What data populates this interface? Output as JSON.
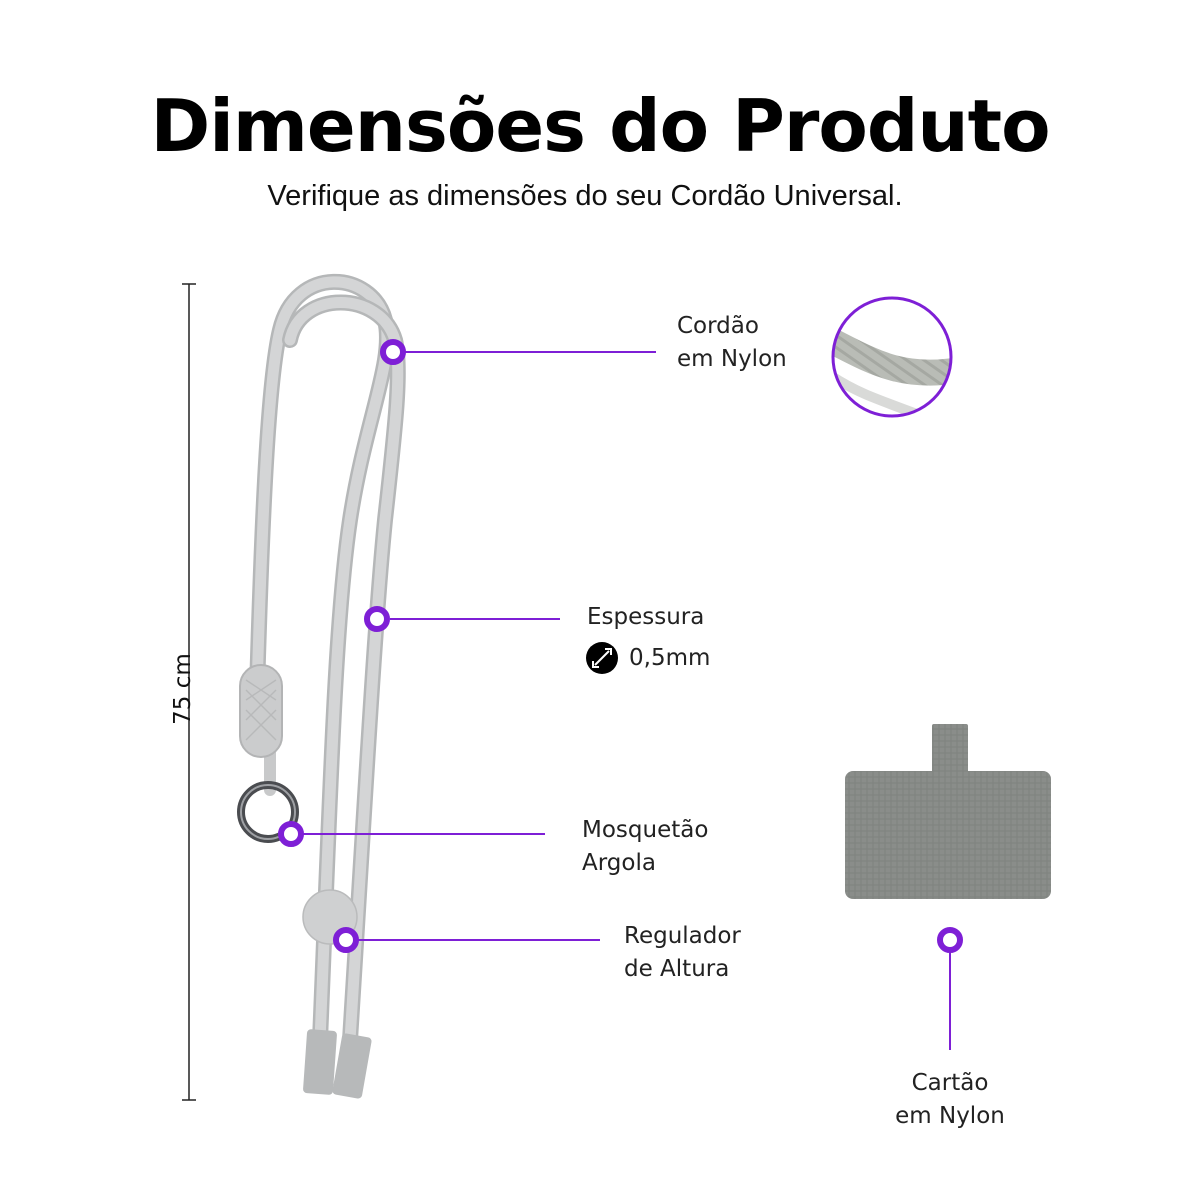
{
  "title": "Dimensões do Produto",
  "subtitle": "Verifique as dimensões do seu Cordão Universal.",
  "dimension": {
    "length": "75 cm"
  },
  "callouts": {
    "cordao": {
      "line1": "Cordão",
      "line2": "em Nylon"
    },
    "espessura": {
      "line1": "Espessura",
      "value": "0,5mm"
    },
    "mosquetao": {
      "line1": "Mosquetão",
      "line2": "Argola"
    },
    "regulador": {
      "line1": "Regulador",
      "line2": "de Altura"
    },
    "cartao": {
      "line1": "Cartão",
      "line2": "em Nylon"
    }
  },
  "icons": {
    "thickness": "diagonal-double-arrow-icon"
  },
  "colors": {
    "accent": "#7e1fd6",
    "cord": "#cfd0d1",
    "card": "#8a8d8a"
  }
}
